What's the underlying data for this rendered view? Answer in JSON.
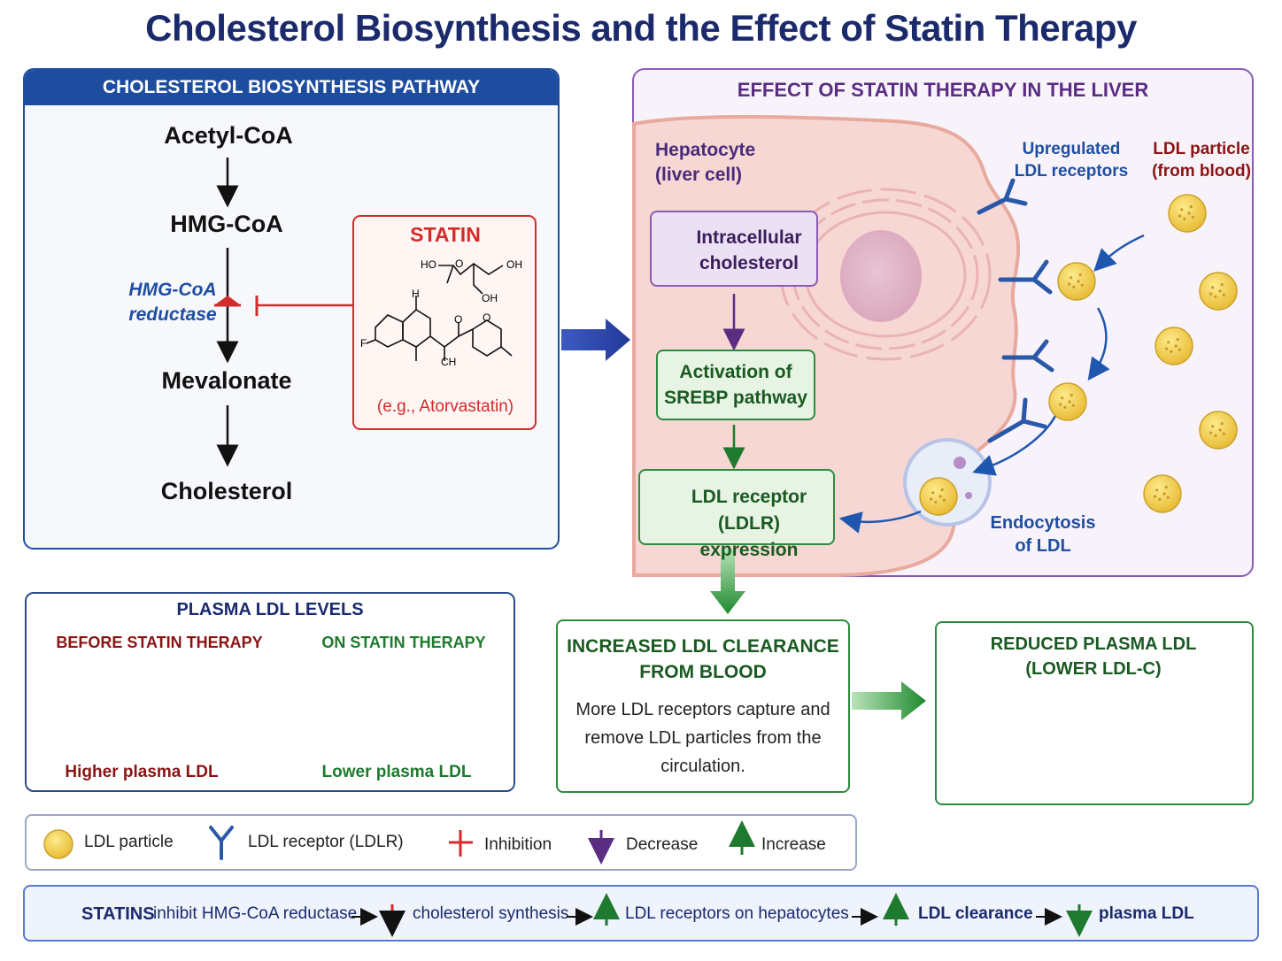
{
  "title": "Cholesterol Biosynthesis and the Effect of Statin Therapy",
  "pathway": {
    "header": "CHOLESTEROL BIOSYNTHESIS PATHWAY",
    "steps": [
      "Acetyl-CoA",
      "HMG-CoA",
      "Mevalonate",
      "Cholesterol"
    ],
    "enzyme_line1": "HMG-CoA",
    "enzyme_line2": "reductase",
    "statin": {
      "title": "STATIN",
      "example": "(e.g., Atorvastatin)",
      "atoms": [
        "HO",
        "O",
        "OH",
        "OH",
        "H",
        "F",
        "O",
        "O",
        "CH"
      ]
    }
  },
  "liver": {
    "header": "EFFECT OF STATIN THERAPY IN THE LIVER",
    "hepatocyte_line1": "Hepatocyte",
    "hepatocyte_line2": "(liver cell)",
    "box1_line1": "Intracellular",
    "box1_line2": "cholesterol",
    "box2_line1": "Activation of",
    "box2_line2": "SREBP pathway",
    "box3_line1": "LDL receptor (LDLR)",
    "box3_line2": "expression",
    "upreg_line1": "Upregulated",
    "upreg_line2": "LDL receptors",
    "particle_line1": "LDL particle",
    "particle_line2": "(from blood)",
    "endo_line1": "Endocytosis",
    "endo_line2": "of LDL"
  },
  "plasma": {
    "header": "PLASMA LDL LEVELS",
    "before_label": "BEFORE STATIN THERAPY",
    "on_label": "ON STATIN THERAPY",
    "before_caption": "Higher plasma LDL",
    "on_caption": "Lower plasma LDL"
  },
  "clearance": {
    "title_line1": "INCREASED LDL CLEARANCE",
    "title_line2": "FROM BLOOD",
    "body_line1": "More LDL receptors capture and",
    "body_line2": "remove LDL particles from the",
    "body_line3": "circulation."
  },
  "reduced": {
    "title_line1": "REDUCED PLASMA LDL",
    "title_line2": "(LOWER LDL-C)"
  },
  "legend": {
    "ldl_particle": "LDL particle",
    "ldl_receptor": "LDL receptor (LDLR)",
    "inhibition": "Inhibition",
    "decrease": "Decrease",
    "increase": "Increase"
  },
  "summary": {
    "statins": "STATINS",
    "part1": "inhibit HMG-CoA reductase",
    "part2": "cholesterol synthesis",
    "part3": "LDL receptors on hepatocytes",
    "part4": "LDL clearance",
    "part5": "plasma LDL"
  },
  "colors": {
    "navy": "#1a2a6c",
    "blue": "#1e4c9e",
    "purple": "#5a2d82",
    "green": "#1e7a2e",
    "red": "#d42a2a",
    "ldl_yellow": "#f3cf4a"
  }
}
